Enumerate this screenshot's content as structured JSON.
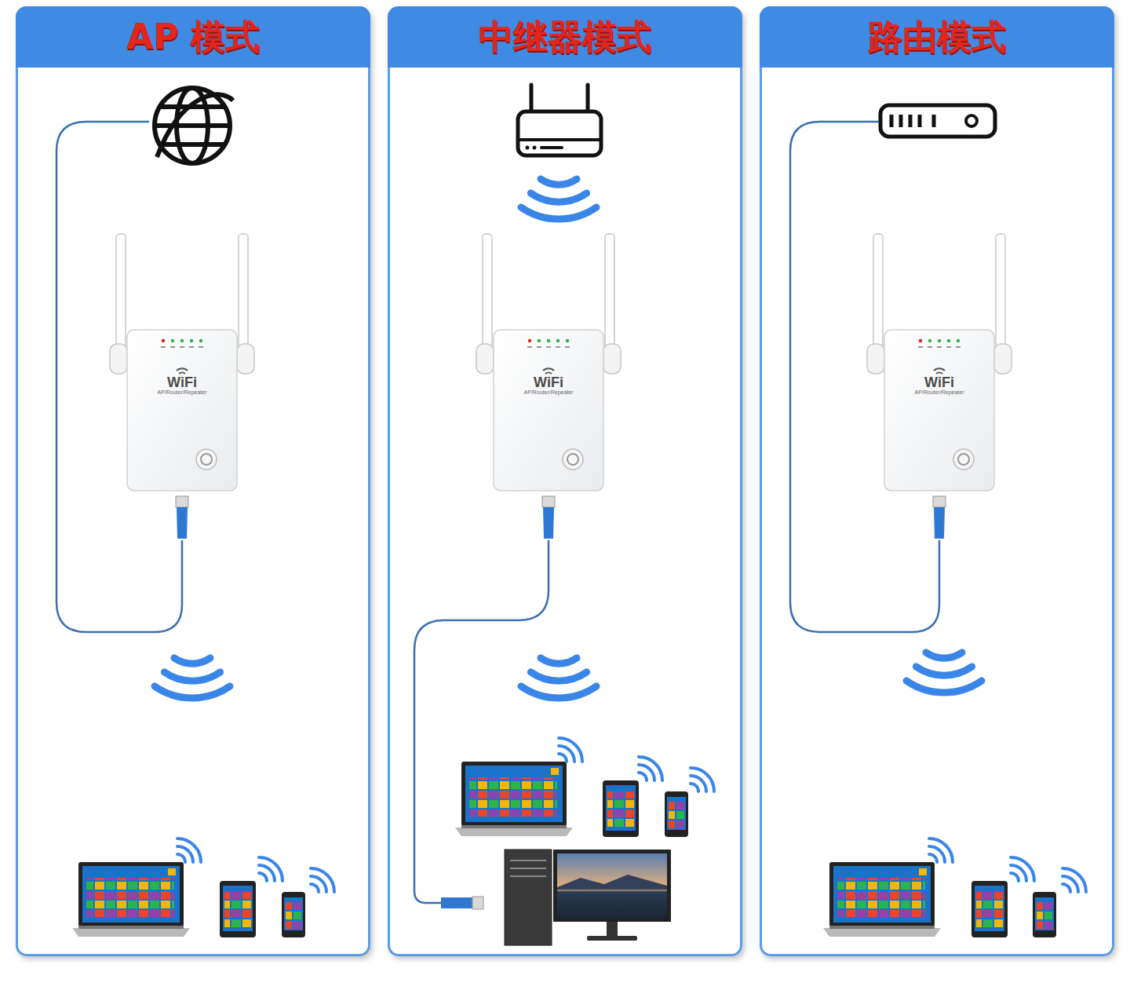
{
  "diagram": {
    "nodes": [
      {
        "text": [
          "AP 模式"
        ]
      },
      {
        "text": [
          "中继器模式"
        ]
      },
      {
        "text": [
          "路由模式"
        ]
      }
    ],
    "labels": [
      "WiFi",
      "AP/Router/Repeater",
      "WiFi",
      "AP/Router/Repeater",
      "WiFi",
      "AP/Router/Repeater"
    ]
  }
}
